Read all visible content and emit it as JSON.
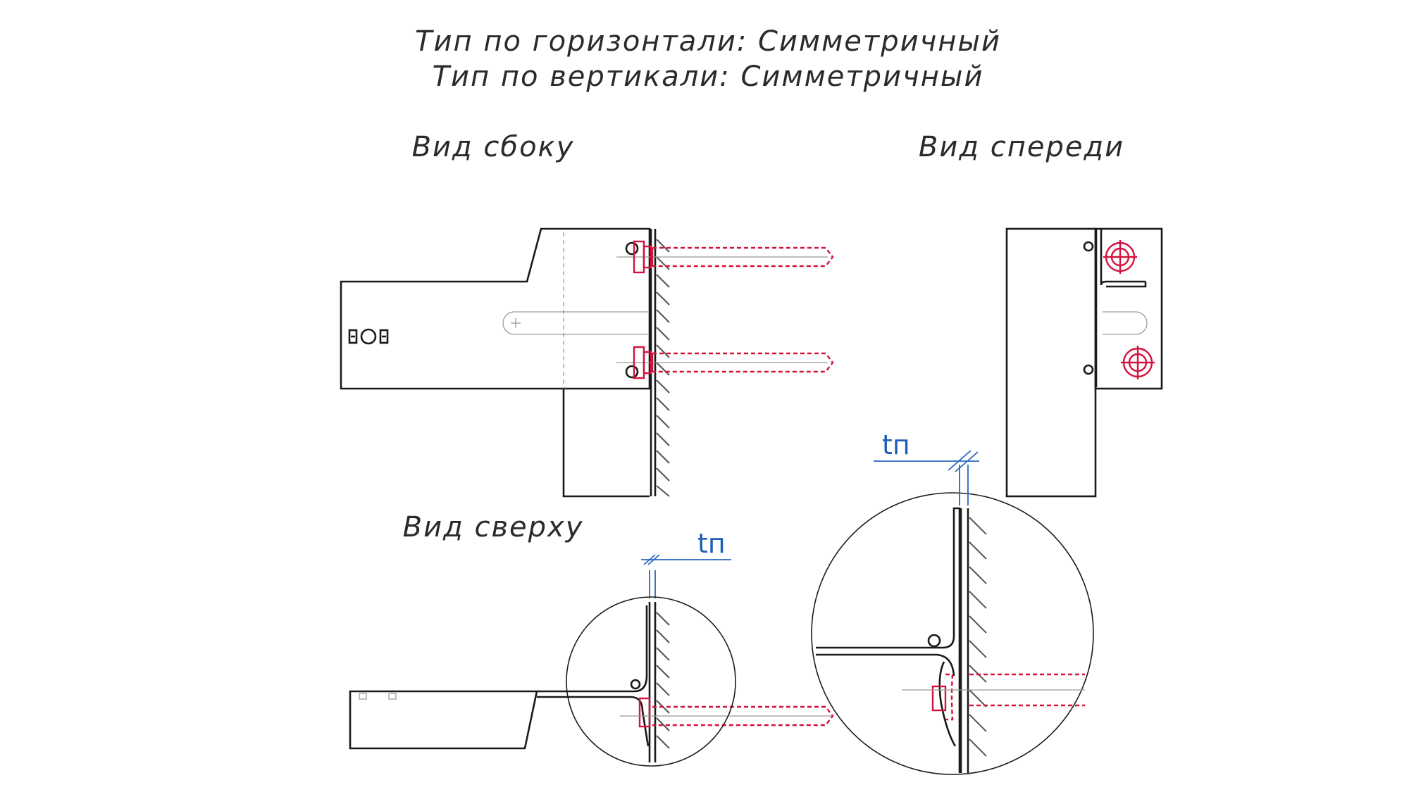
{
  "header": {
    "line1": "Тип по горизонтали: Симметричный",
    "line2": "Тип по вертикали: Симметричный"
  },
  "views": {
    "side": "Вид сбоку",
    "front": "Вид спереди",
    "top": "Вид сверху"
  },
  "dimensions": {
    "thickness_label_top": "tп",
    "thickness_label_detail": "tп"
  },
  "colors": {
    "outline": "#1a1a1a",
    "anchor": "#d4123e",
    "dimension": "#1d5fb5"
  }
}
